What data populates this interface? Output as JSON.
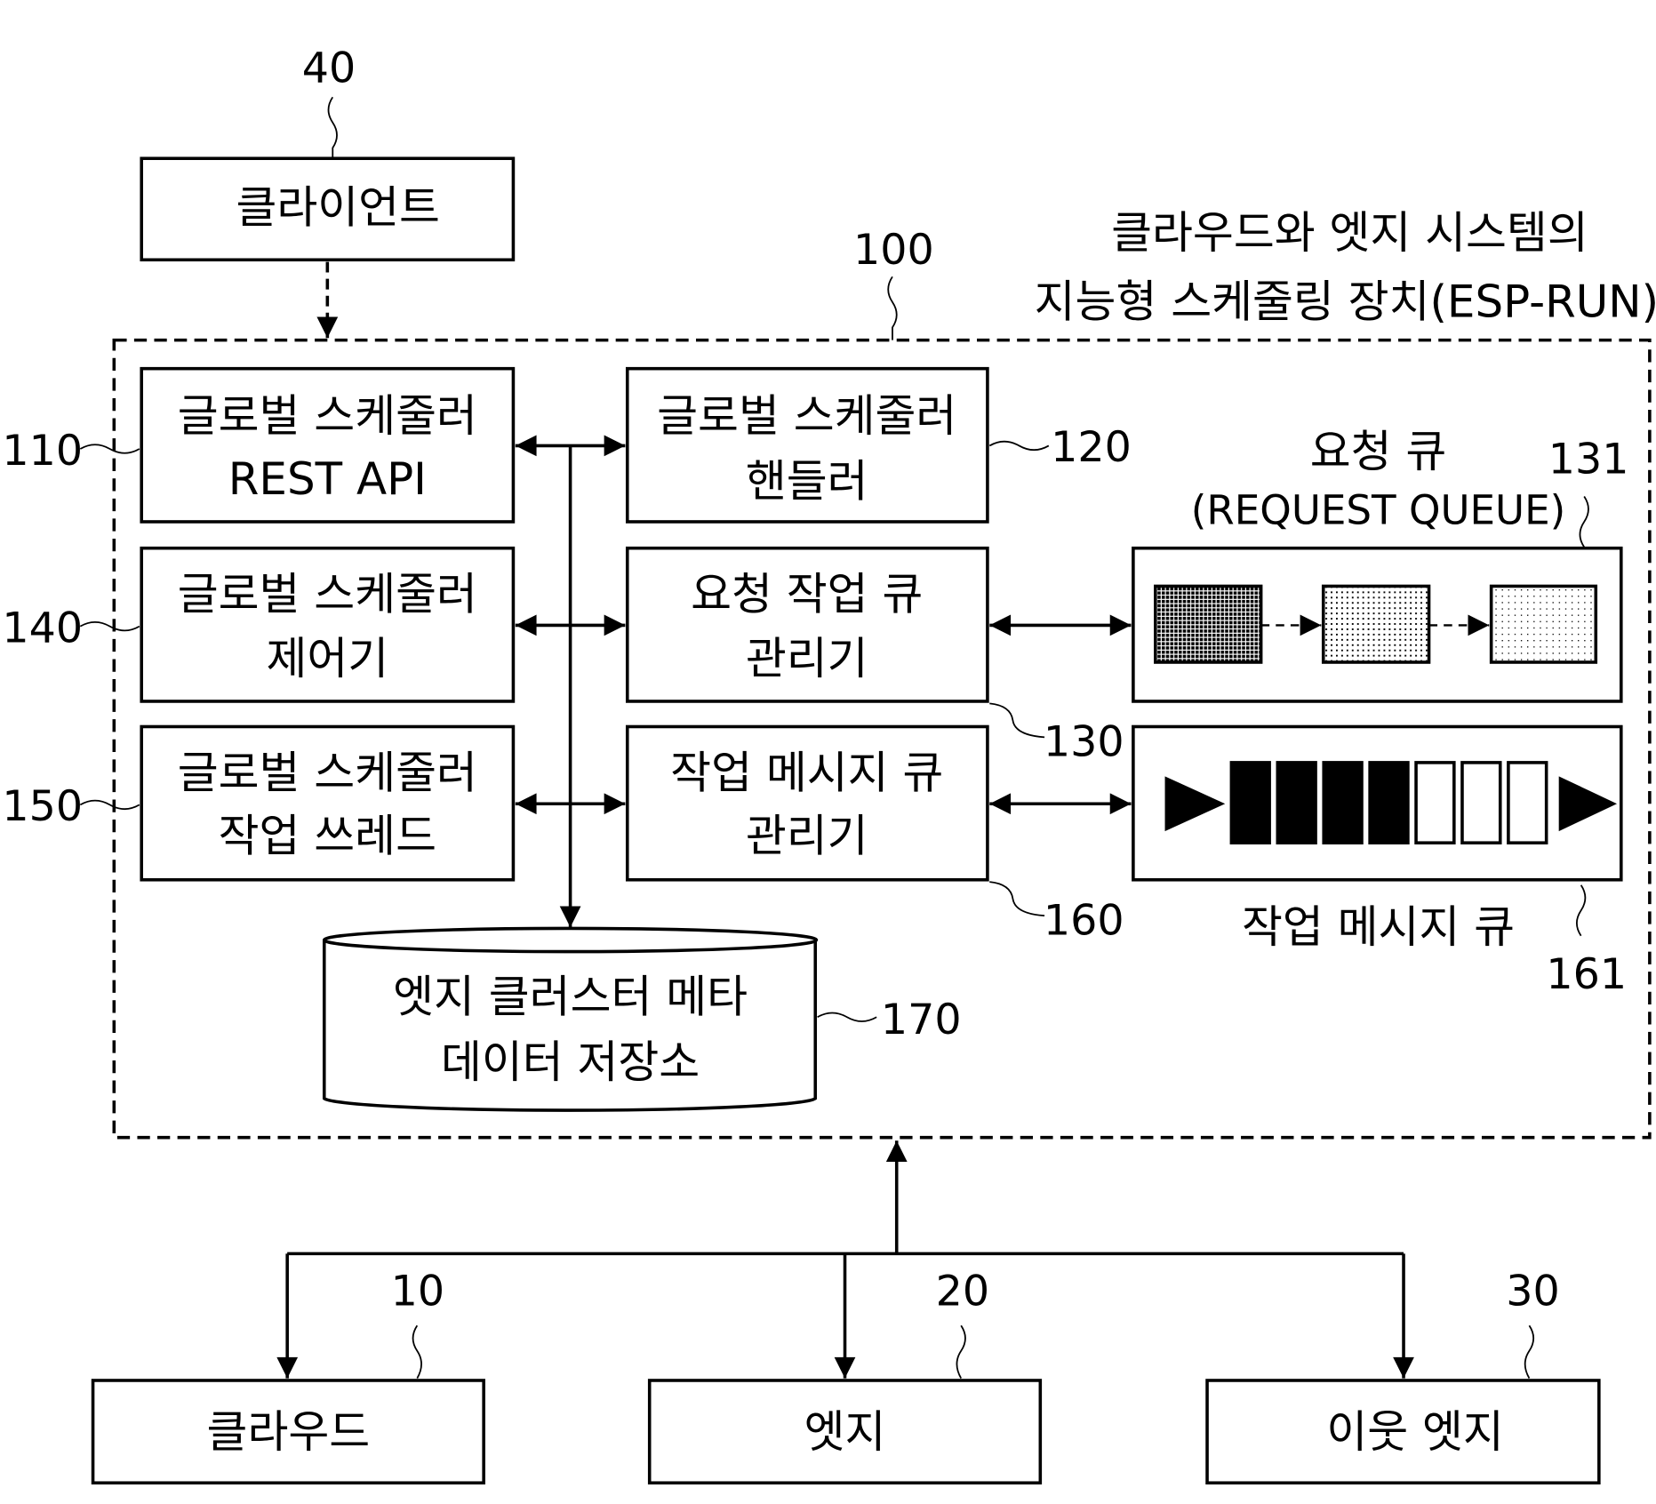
{
  "title": {
    "line1": "클라우드와 엣지 시스템의",
    "line2": "지능형 스케줄링 장치(ESP-RUN)"
  },
  "refs": {
    "client": "40",
    "device": "100",
    "rest_api": "110",
    "handler": "120",
    "req_mgr": "130",
    "req_queue": "131",
    "controller": "140",
    "thread": "150",
    "msg_mgr": "160",
    "msg_queue": "161",
    "metadata": "170",
    "cloud": "10",
    "edge": "20",
    "neighbor": "30"
  },
  "client": {
    "label": "클라이언트"
  },
  "boxes": {
    "rest_api": {
      "line1": "글로벌 스케줄러",
      "line2": "REST API"
    },
    "handler": {
      "line1": "글로벌 스케줄러",
      "line2": "핸들러"
    },
    "controller": {
      "line1": "글로벌 스케줄러",
      "line2": "제어기"
    },
    "req_mgr": {
      "line1": "요청 작업 큐",
      "line2": "관리기"
    },
    "thread": {
      "line1": "글로벌 스케줄러",
      "line2": "작업 쓰레드"
    },
    "msg_mgr": {
      "line1": "작업 메시지 큐",
      "line2": "관리기"
    },
    "metadata": {
      "line1": "엣지 클러스터 메타",
      "line2": "데이터 저장소"
    }
  },
  "request_queue": {
    "label1": "요청 큐",
    "label2": "(REQUEST QUEUE)",
    "items": 3
  },
  "message_queue": {
    "label": "작업 메시지 큐",
    "filled_slots": 4,
    "total_slots": 7
  },
  "bottom": {
    "cloud": "클라우드",
    "edge": "엣지",
    "neighbor": "이웃 엣지"
  }
}
